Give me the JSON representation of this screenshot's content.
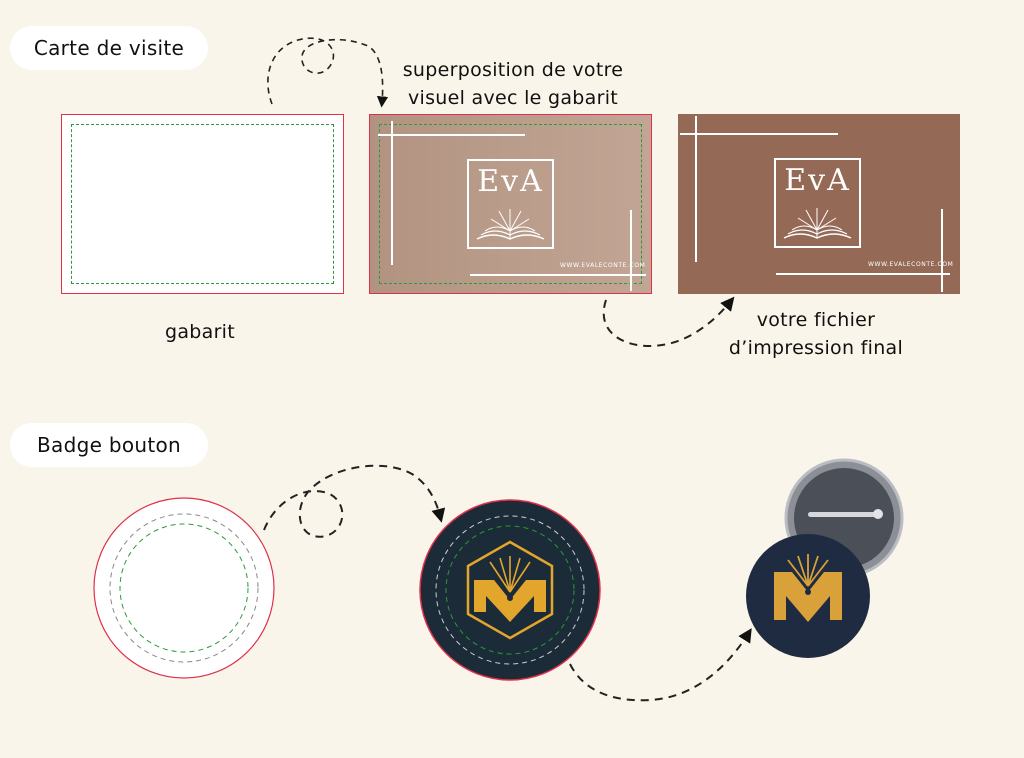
{
  "sections": {
    "business_card": {
      "title": "Carte de visite",
      "label_template": "gabarit",
      "label_overlay_line1": "superposition de votre",
      "label_overlay_line2": "visuel avec le gabarit",
      "label_final_line1": "votre fichier",
      "label_final_line2": "d’impression final",
      "card_logo_text": "EvA",
      "card_url": "WWW.EVALECONTE.COM"
    },
    "button_badge": {
      "title": "Badge bouton"
    }
  },
  "colors": {
    "background": "#faf5ea",
    "cut_line": "#e0314a",
    "safe_line": "#2a9a3a",
    "card_light": "#bc9e8c",
    "card_dark": "#946a57",
    "badge_navy": "#1b2b38",
    "badge_gold": "#e3a62c"
  }
}
